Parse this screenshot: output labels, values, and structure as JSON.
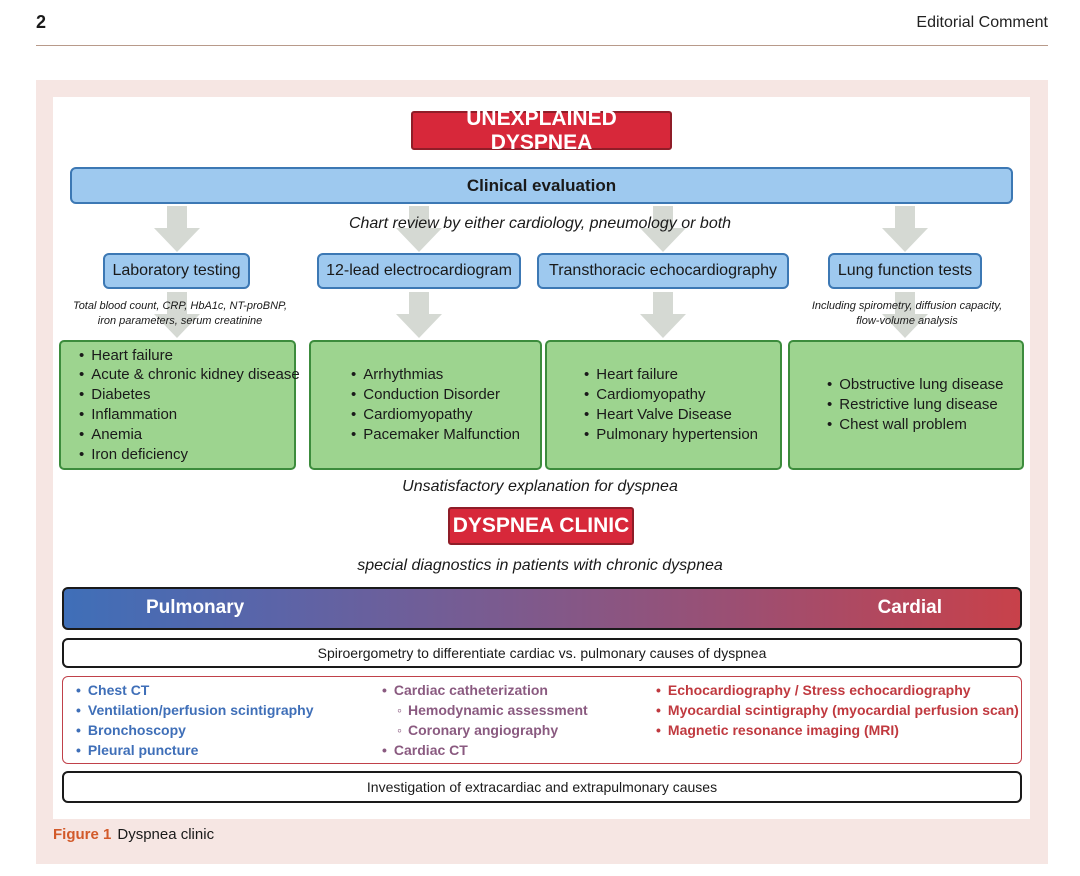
{
  "page": {
    "number": "2",
    "running_head": "Editorial Comment"
  },
  "diagram": {
    "title": "UNEXPLAINED DYSPNEA",
    "clinical_evaluation": "Clinical evaluation",
    "chart_review": "Chart review by either cardiology, pneumology or both",
    "tests": [
      "Laboratory testing",
      "12-lead electrocardiogram",
      "Transthoracic echocardiography",
      "Lung function tests"
    ],
    "lab_note_line1": "Total blood count, CRP, HbA1c, NT-proBNP,",
    "lab_note_line2": "iron parameters, serum creatinine",
    "lung_note_line1": "Including spirometry, diffusion capacity,",
    "lung_note_line2": "flow-volume analysis",
    "findings": [
      [
        "Heart failure",
        "Acute & chronic kidney disease",
        "Diabetes",
        "Inflammation",
        "Anemia",
        "Iron deficiency"
      ],
      [
        "Arrhythmias",
        "Conduction Disorder",
        "Cardiomyopathy",
        "Pacemaker Malfunction"
      ],
      [
        "Heart failure",
        "Cardiomyopathy",
        "Heart Valve Disease",
        "Pulmonary hypertension"
      ],
      [
        "Obstructive lung disease",
        "Restrictive lung disease",
        "Chest wall problem"
      ]
    ],
    "unsatisfactory": "Unsatisfactory explanation for dyspnea",
    "clinic": "DYSPNEA CLINIC",
    "special_diagnostics": "special diagnostics in patients with chronic dyspnea",
    "gradient_left": "Pulmonary",
    "gradient_right": "Cardial",
    "spiro": "Spiroergometry to differentiate cardiac vs. pulmonary causes of dyspnea",
    "pulmonary_diagnostics": [
      "Chest CT",
      "Ventilation/perfusion scintigraphy",
      "Bronchoscopy",
      "Pleural puncture"
    ],
    "catheter_main": "Cardiac catheterization",
    "catheter_sub": [
      "Hemodynamic assessment",
      "Coronary angiography"
    ],
    "cardiac_ct": "Cardiac CT",
    "cardial_diagnostics": [
      "Echocardiography / Stress echocardiography",
      "Myocardial scintigraphy (myocardial perfusion scan)",
      "Magnetic resonance imaging (MRI)"
    ],
    "extracardiac": "Investigation of extracardiac and extrapulmonary causes"
  },
  "caption": {
    "label": "Figure 1",
    "text": "Dyspnea clinic"
  },
  "colors": {
    "red": "#d7283a",
    "blue_box": "#9ec9ef",
    "green_box": "#9dd48f",
    "pulmonary": "#3f6fb8",
    "cardial": "#c0393f",
    "panel": "#f6e6e3",
    "caption_label": "#d25a2a"
  }
}
